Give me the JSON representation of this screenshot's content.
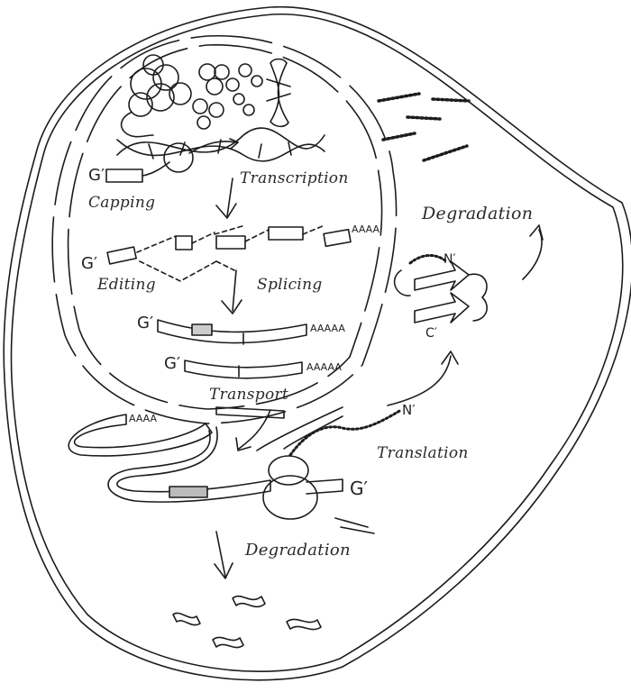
{
  "labels": {
    "transcription": "Transcription",
    "capping": "Capping",
    "editing": "Editing",
    "splicing": "Splicing",
    "transport": "Transport",
    "translation": "Translation",
    "degradation_protein": "Degradation",
    "degradation_mrna": "Degradation"
  },
  "marks": {
    "cap": "G′",
    "poly_a_short": "AAAA",
    "poly_a": "AAAAA",
    "n_terminus": "N′",
    "c_terminus": "C′"
  }
}
